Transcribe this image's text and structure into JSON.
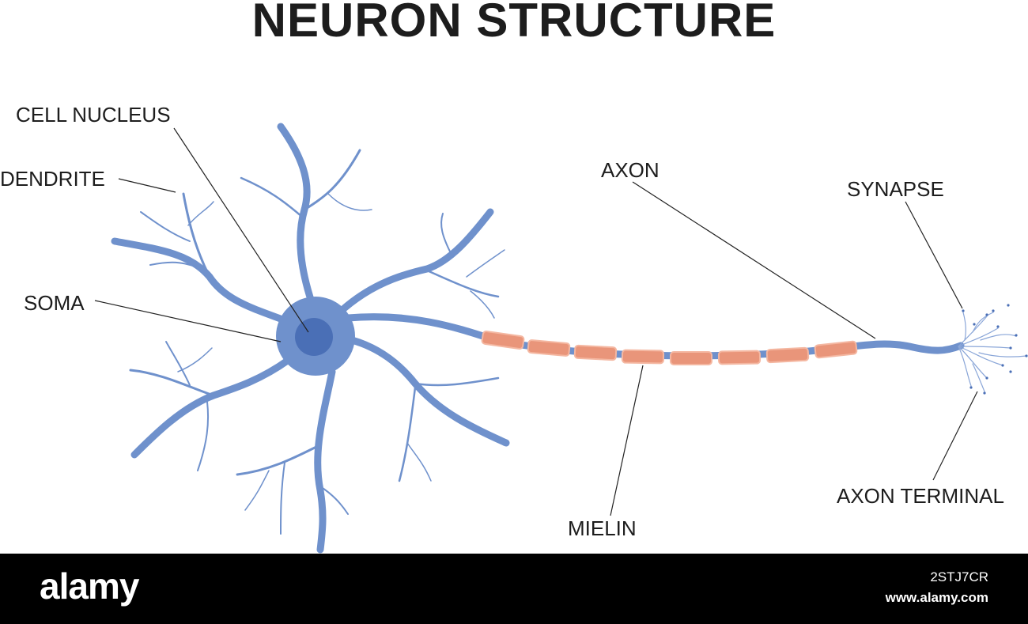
{
  "title": "NEURON STRUCTURE",
  "labels": {
    "cell_nucleus": "CELL NUCLEUS",
    "dendrite": "DENDRITE",
    "soma": "SOMA",
    "axon": "AXON",
    "synapse": "SYNAPSE",
    "mielin": "MIELIN",
    "axon_terminal": "AXON TERMINAL"
  },
  "watermark": {
    "brand": "alamy",
    "image_id": "2STJ7CR",
    "site": "www.alamy.com"
  },
  "colors": {
    "neuron": "#6f91cc",
    "nucleus": "#4a6fb6",
    "myelin": "#e9957a",
    "text": "#1d1d1d",
    "leader": "#222222",
    "footer": "#000000"
  }
}
